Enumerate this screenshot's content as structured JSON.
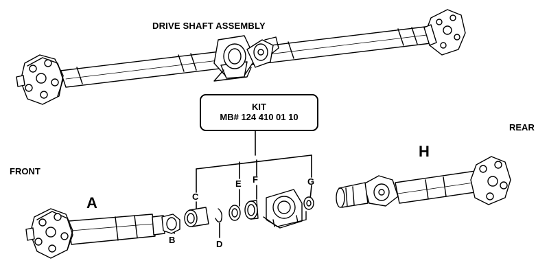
{
  "diagram": {
    "title": "DRIVE SHAFT ASSEMBLY",
    "front_label": "FRONT",
    "rear_label": "REAR",
    "kit": {
      "title": "KIT",
      "number": "MB# 124 410 01 10"
    },
    "section_labels": {
      "a": "A",
      "h": "H"
    },
    "parts": {
      "b": "B",
      "c": "C",
      "d": "D",
      "e": "E",
      "f": "F",
      "g": "G"
    }
  }
}
